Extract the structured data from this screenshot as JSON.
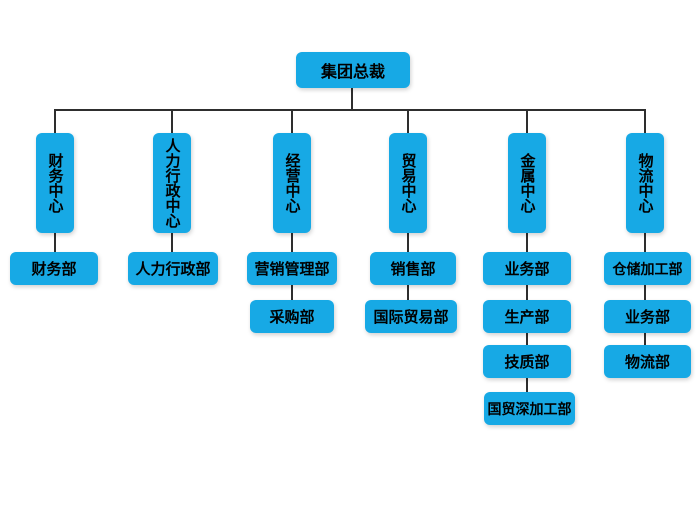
{
  "diagram": {
    "type": "org-chart",
    "root": {
      "label": "集团总裁"
    },
    "centers": [
      {
        "label": "财务中心",
        "departments": [
          "财务部"
        ]
      },
      {
        "label": "人力行政中心",
        "departments": [
          "人力行政部"
        ]
      },
      {
        "label": "经营中心",
        "departments": [
          "营销管理部",
          "采购部"
        ]
      },
      {
        "label": "贸易中心",
        "departments": [
          "销售部",
          "国际贸易部"
        ]
      },
      {
        "label": "金属中心",
        "departments": [
          "业务部",
          "生产部",
          "技质部",
          "国贸深加工部"
        ]
      },
      {
        "label": "物流中心",
        "departments": [
          "仓储加工部",
          "业务部",
          "物流部"
        ]
      }
    ]
  },
  "theme": {
    "box_fill": "#17A9E5",
    "box_text": "#000000",
    "line_color": "#2E2E2E",
    "background": "#FFFFFF"
  }
}
